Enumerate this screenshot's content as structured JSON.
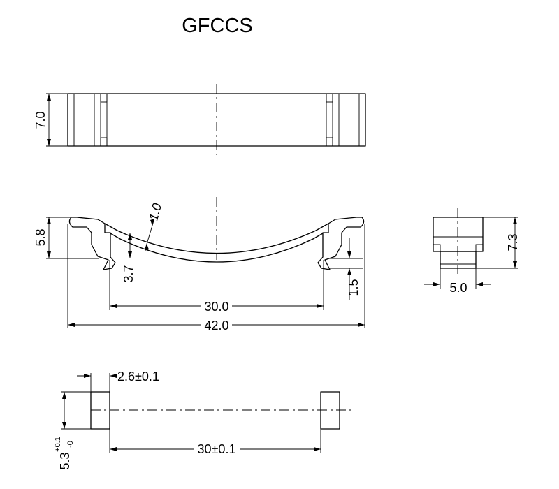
{
  "title": "GFCCS",
  "dimensions": {
    "height": "7.0",
    "side_height": "5.8",
    "thickness": "1.0",
    "inner_depth": "3.7",
    "inner_length": "30.0",
    "total_length": "42.0",
    "clip_step": "1.5",
    "end_height": "7.3",
    "end_width": "5.0",
    "hole_width": "2.6±0.1",
    "hole_pitch": "30±0.1",
    "hole_height_value": "5.3",
    "hole_height_tol_upper": "+0.1",
    "hole_height_tol_lower": "-0"
  }
}
